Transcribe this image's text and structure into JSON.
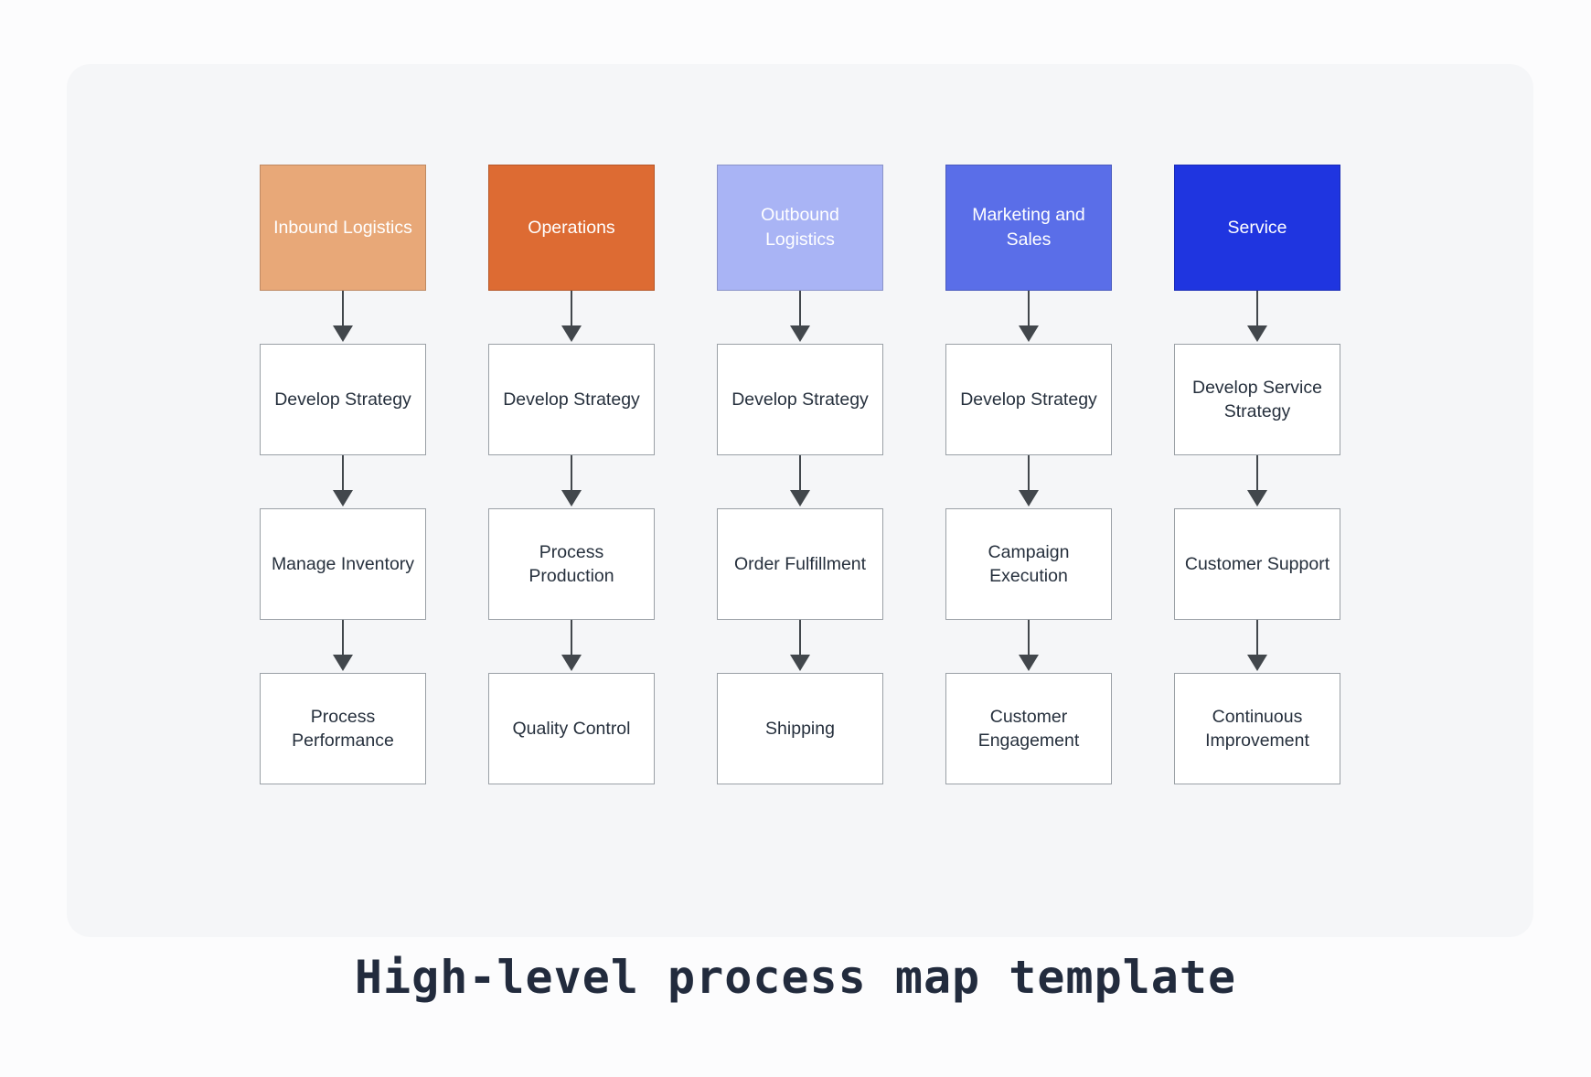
{
  "caption": "High-level process map template",
  "theme": {
    "page_background": "#fcfcfd",
    "panel_background": "#f5f6f8",
    "box_fill": "#ffffff",
    "box_border": "#9aa0a6",
    "arrow_color": "#42474c",
    "process_text_color": "#26303d",
    "header_text_color": "#ffffff",
    "caption_color": "#222b3d"
  },
  "columns": [
    {
      "header": {
        "label": "Inbound Logistics",
        "color": "#e8a878"
      },
      "steps": [
        {
          "label": "Develop Strategy"
        },
        {
          "label": "Manage Inventory"
        },
        {
          "label": "Process Performance"
        }
      ]
    },
    {
      "header": {
        "label": "Operations",
        "color": "#dd6b33"
      },
      "steps": [
        {
          "label": "Develop Strategy"
        },
        {
          "label": "Process Production"
        },
        {
          "label": "Quality Control"
        }
      ]
    },
    {
      "header": {
        "label": "Outbound Logistics",
        "color": "#a9b4f5"
      },
      "steps": [
        {
          "label": "Develop Strategy"
        },
        {
          "label": "Order Fulfillment"
        },
        {
          "label": "Shipping"
        }
      ]
    },
    {
      "header": {
        "label": "Marketing and Sales",
        "color": "#5a6ee8"
      },
      "steps": [
        {
          "label": "Develop Strategy"
        },
        {
          "label": "Campaign Execution"
        },
        {
          "label": "Customer Engagement"
        }
      ]
    },
    {
      "header": {
        "label": "Service",
        "color": "#1f35e0"
      },
      "steps": [
        {
          "label": "Develop Service Strategy"
        },
        {
          "label": "Customer Support"
        },
        {
          "label": "Continuous Improvement"
        }
      ]
    }
  ]
}
